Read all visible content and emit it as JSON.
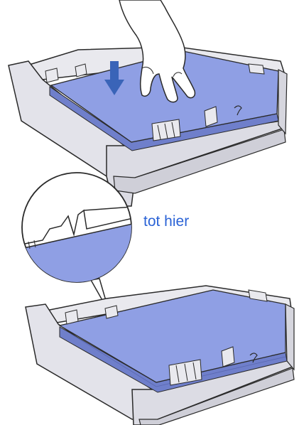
{
  "callout": {
    "label": "tot hier"
  },
  "colors": {
    "paper": "#8f9fe4",
    "paper_edge": "#6f7fcb",
    "tray_fill": "#e9e9ee",
    "tray_shade": "#d2d2da",
    "line": "#2a2a2a",
    "arrow": "#3a64b8",
    "label": "#2b63d6"
  },
  "icons": {
    "top_illustration": "hand-pushing-paper-into-tray",
    "push_arrow": "down-arrow-icon",
    "magnifier_callout": "magnifier-circle-icon",
    "bottom_illustration": "paper-tray-loaded"
  }
}
